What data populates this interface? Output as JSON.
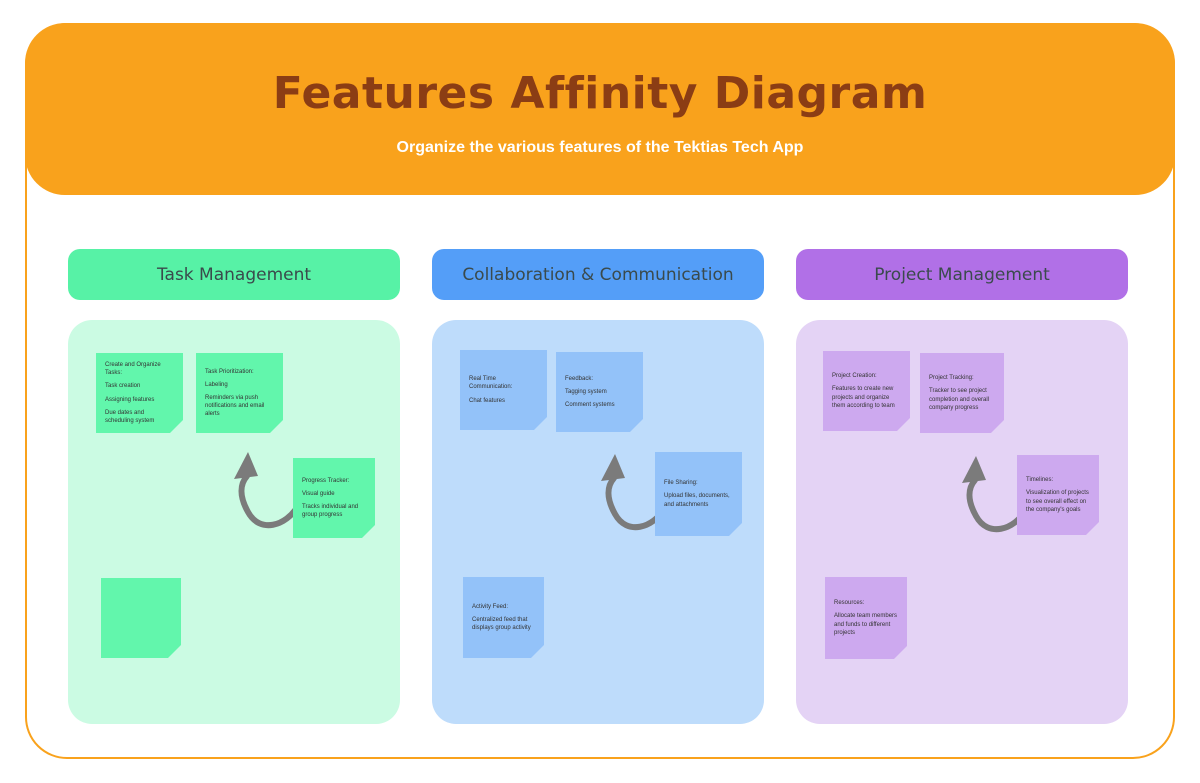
{
  "page": {
    "title": "Features Affinity Diagram",
    "subtitle": "Organize the various features of the Tektias Tech App"
  },
  "colors": {
    "frame_border": "#F9A21C",
    "header_bg": "#F9A21C",
    "title": "#8B3D14",
    "subtitle": "#FFFFFF",
    "arrow": "#7B7B7B",
    "note_text": "#333333",
    "pill_text": "#3A4A4C"
  },
  "columns": [
    {
      "label": "Task Management",
      "header_color": "#57F2A6",
      "panel_color": "#CBFBE3",
      "note_color": "#62F6AC",
      "notes": [
        {
          "lines": [
            "Create and Organize Tasks:",
            "Task creation",
            "Assigning features",
            "Due dates and scheduling system"
          ]
        },
        {
          "lines": [
            "Task Prioritization:",
            "Labeling",
            "Reminders via push notifications and email alerts"
          ]
        },
        {
          "lines": [
            "Progress Tracker:",
            "Visual guide",
            "Tracks individual and group progress"
          ]
        },
        {
          "lines": []
        }
      ]
    },
    {
      "label": "Collaboration & Communication",
      "header_color": "#549EF8",
      "panel_color": "#BEDCFB",
      "note_color": "#93C2F9",
      "notes": [
        {
          "lines": [
            "Real Time Communication:",
            "Chat features"
          ]
        },
        {
          "lines": [
            "Feedback:",
            "Tagging system",
            "Comment systems"
          ]
        },
        {
          "lines": [
            "File Sharing:",
            "Upload files, documents, and attachments"
          ]
        },
        {
          "lines": [
            "Activity Feed:",
            "Centralized feed that displays group activity"
          ]
        }
      ]
    },
    {
      "label": "Project Management",
      "header_color": "#B170E7",
      "panel_color": "#E4D3F5",
      "note_color": "#CDA9EF",
      "notes": [
        {
          "lines": [
            "Project Creation:",
            "Features to create new projects and organize them according to team"
          ]
        },
        {
          "lines": [
            "Project Tracking:",
            "Tracker to see project completion and overall company progress"
          ]
        },
        {
          "lines": [
            "Timelines:",
            "Visualization of projects to see overall effect on the company's goals"
          ]
        },
        {
          "lines": [
            "Resources:",
            "Allocate team members and funds to different projects"
          ]
        }
      ]
    }
  ]
}
